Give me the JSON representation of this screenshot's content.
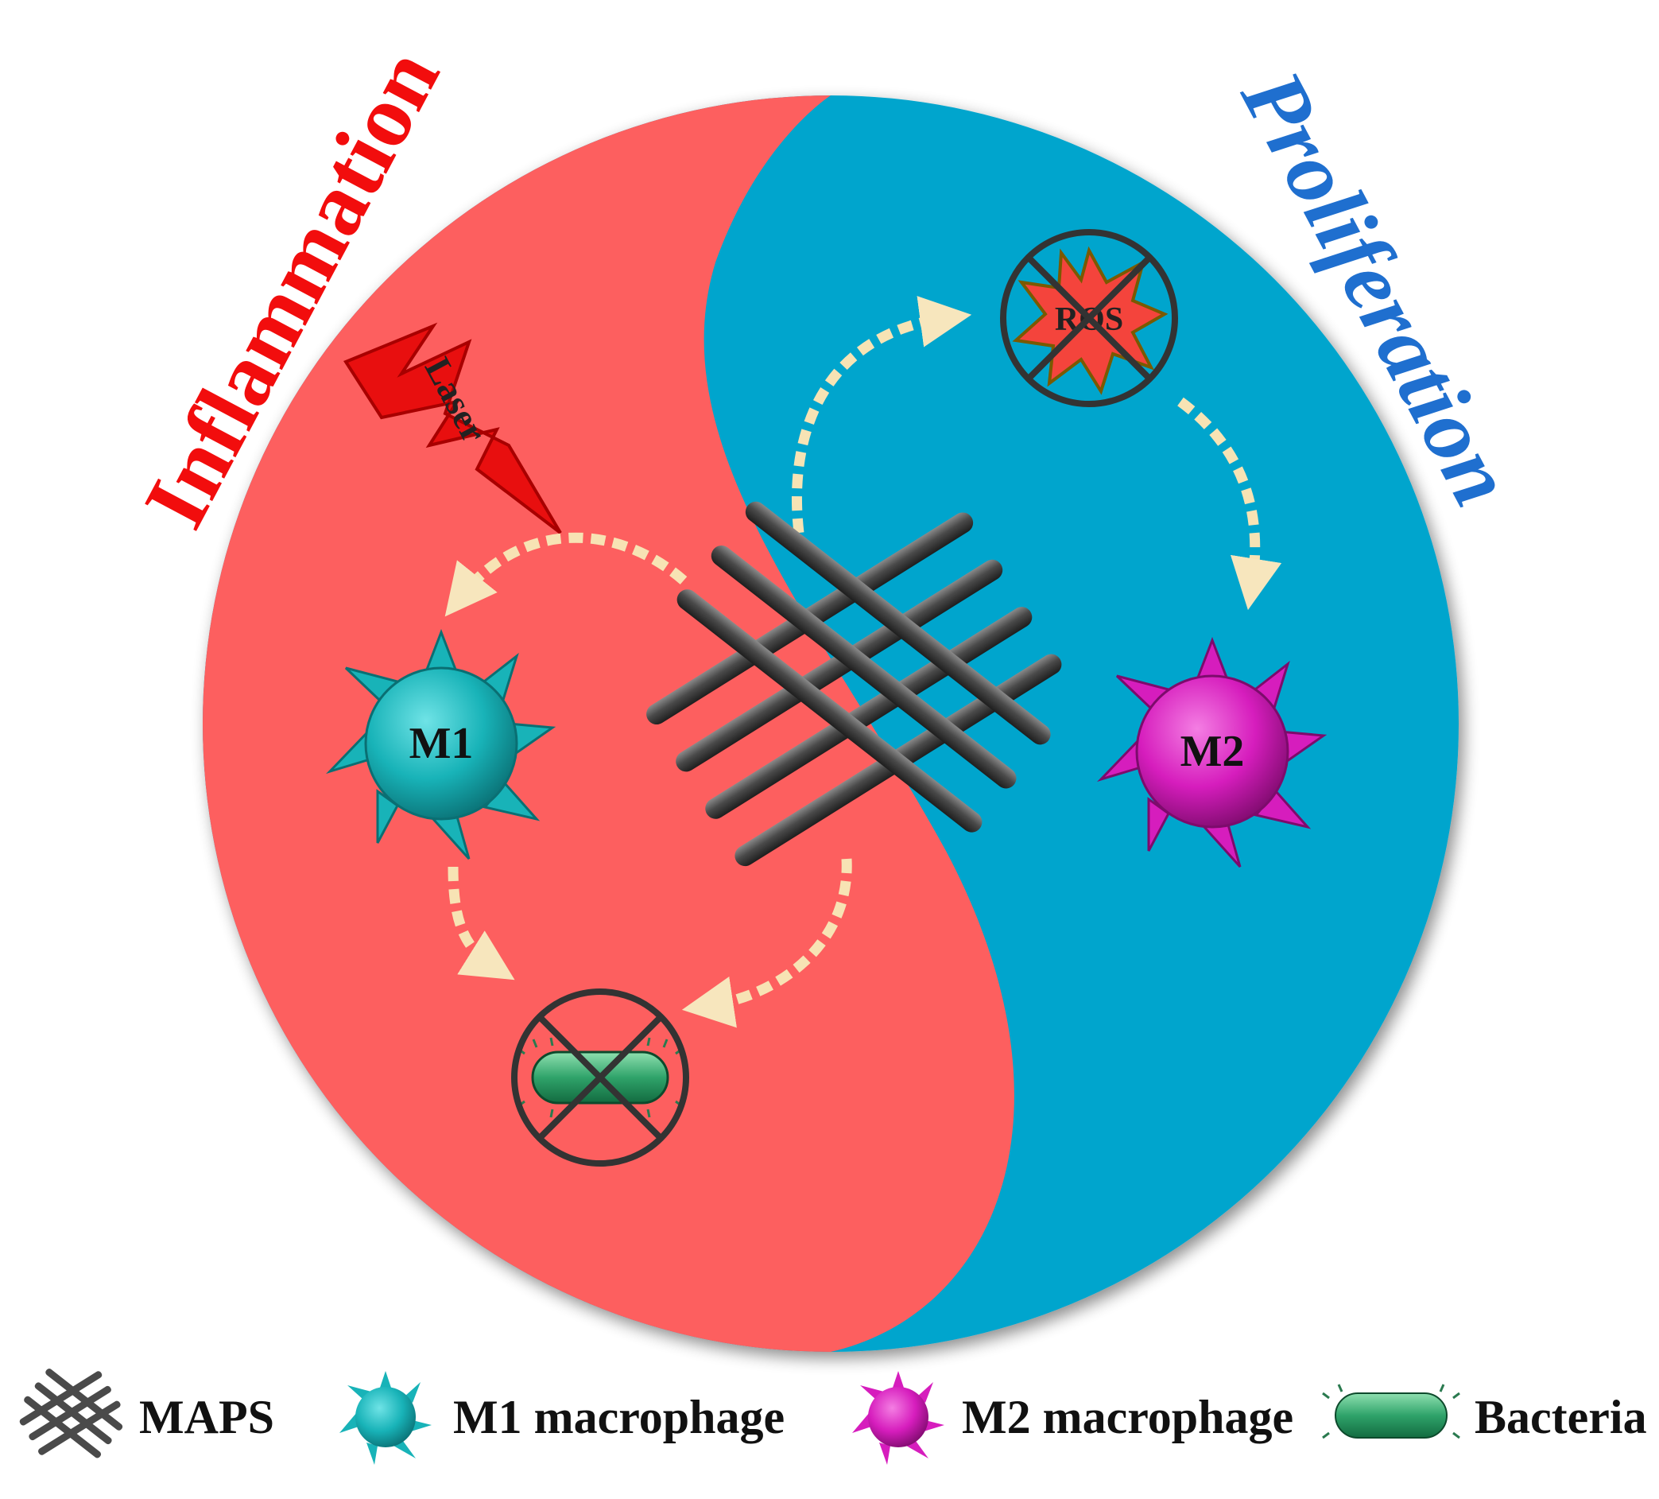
{
  "colors": {
    "inflammation": "#fd5e5e",
    "proliferation": "#00a5cd",
    "inflammation_title": "#f20d0d",
    "proliferation_title": "#1f6fcf",
    "m1": "#18b3b8",
    "m2": "#d61dbd",
    "bacteria": "#2fa36a",
    "laser": "#e80f0f",
    "ros": "#f4443c",
    "maps": "#4a4a4a",
    "arrow": "#f5e2b0"
  },
  "titles": {
    "left": "Inflammation",
    "right": "Proliferation"
  },
  "labels": {
    "laser": "Laser",
    "ros": "ROS",
    "m1": "M1",
    "m2": "M2"
  },
  "legend": {
    "maps": "MAPS",
    "m1": "M1 macrophage",
    "m2": "M2 macrophage",
    "bacteria": "Bacteria"
  }
}
